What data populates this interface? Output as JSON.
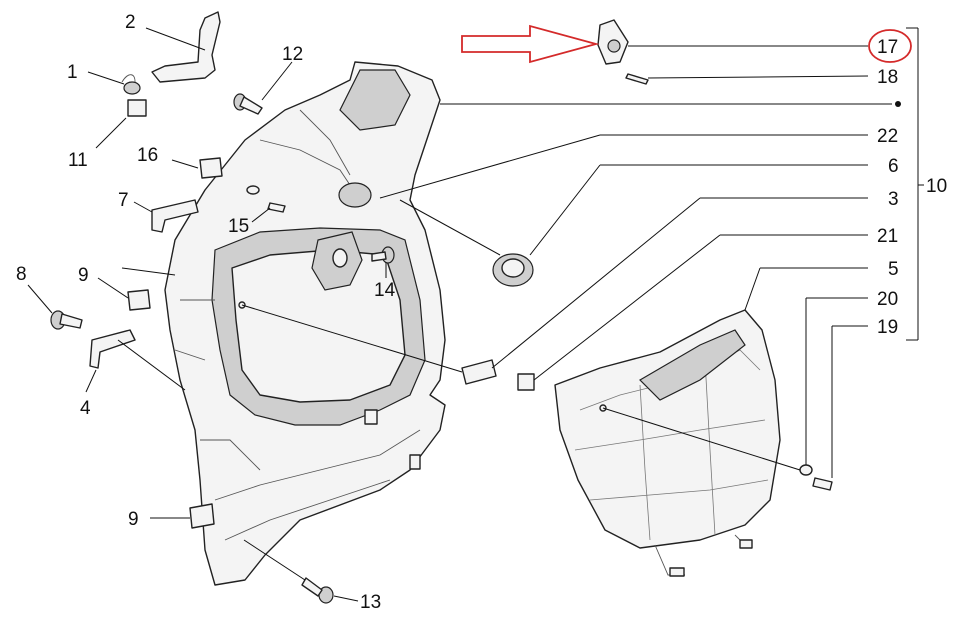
{
  "diagram": {
    "callouts": [
      {
        "label": "1"
      },
      {
        "label": "2"
      },
      {
        "label": "11"
      },
      {
        "label": "12"
      },
      {
        "label": "16"
      },
      {
        "label": "7"
      },
      {
        "label": "15"
      },
      {
        "label": "9"
      },
      {
        "label": "8"
      },
      {
        "label": "4"
      },
      {
        "label": "14"
      },
      {
        "label": "9"
      },
      {
        "label": "13"
      },
      {
        "label": "17"
      },
      {
        "label": "18"
      },
      {
        "label": "22"
      },
      {
        "label": "6"
      },
      {
        "label": "3"
      },
      {
        "label": "21"
      },
      {
        "label": "5"
      },
      {
        "label": "20"
      },
      {
        "label": "19"
      },
      {
        "label": "10"
      }
    ],
    "highlight_color": "#d42a2a",
    "line_color": "#111111"
  }
}
